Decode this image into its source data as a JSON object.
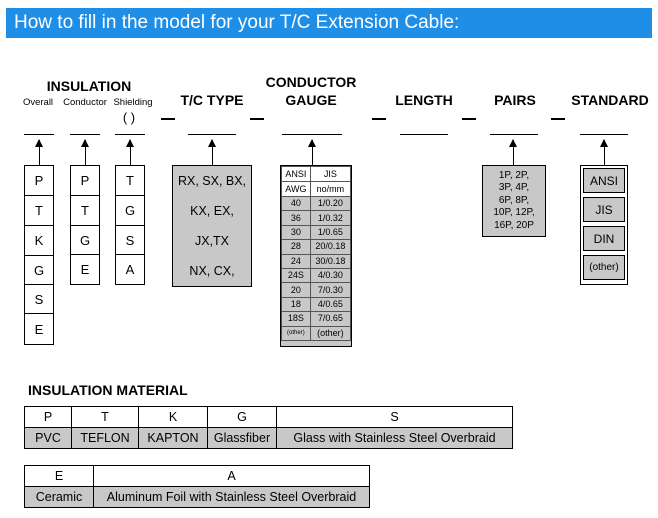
{
  "banner": {
    "title": "How to fill in the model for your T/C Extension Cable:"
  },
  "headers": {
    "insulation": "INSULATION",
    "overall": "Overall",
    "conductor": "Conductor",
    "shielding": "Shielding",
    "shielding_paren": "( )",
    "tc_type": "T/C TYPE",
    "conductor_gauge_1": "CONDUCTOR",
    "conductor_gauge_2": "GAUGE",
    "length": "LENGTH",
    "pairs": "PAIRS",
    "standard": "STANDARD"
  },
  "overall_codes": [
    "P",
    "T",
    "K",
    "G",
    "S",
    "E"
  ],
  "conductor_codes": [
    "P",
    "T",
    "G",
    "E"
  ],
  "shielding_codes": [
    "T",
    "G",
    "S",
    "A"
  ],
  "tc_types": [
    "RX, SX, BX,",
    "KX, EX,",
    "JX,TX",
    "NX, CX,"
  ],
  "gauge": {
    "head_ansi_1": "ANSI",
    "head_ansi_2": "AWG",
    "head_jis_1": "JIS",
    "head_jis_2": "no/mm",
    "rows": [
      [
        "40",
        "1/0.20"
      ],
      [
        "36",
        "1/0.32"
      ],
      [
        "30",
        "1/0.65"
      ],
      [
        "28",
        "20/0.18"
      ],
      [
        "24",
        "30/0.18"
      ],
      [
        "24S",
        "4/0.30"
      ],
      [
        "20",
        "7/0.30"
      ],
      [
        "18",
        "4/0.65"
      ],
      [
        "18S",
        "7/0.65"
      ],
      [
        "(other)",
        "(other)"
      ]
    ]
  },
  "pairs": {
    "lines": [
      "1P, 2P,",
      "3P, 4P,",
      "6P, 8P,",
      "10P, 12P,",
      "16P, 20P"
    ]
  },
  "standards": [
    "ANSI",
    "JIS",
    "DIN",
    "(other)"
  ],
  "material": {
    "title": "INSULATION MATERIAL",
    "table1": {
      "codes": [
        "P",
        "T",
        "K",
        "G",
        "S"
      ],
      "names": [
        "PVC",
        "TEFLON",
        "KAPTON",
        "Glassfiber",
        "Glass with Stainless Steel Overbraid"
      ]
    },
    "table2": {
      "codes": [
        "E",
        "A"
      ],
      "names": [
        "Ceramic",
        "Aluminum Foil with Stainless Steel Overbraid"
      ]
    }
  },
  "colors": {
    "banner": "#1f8ee6",
    "gray_fill": "#c8c8c8"
  }
}
